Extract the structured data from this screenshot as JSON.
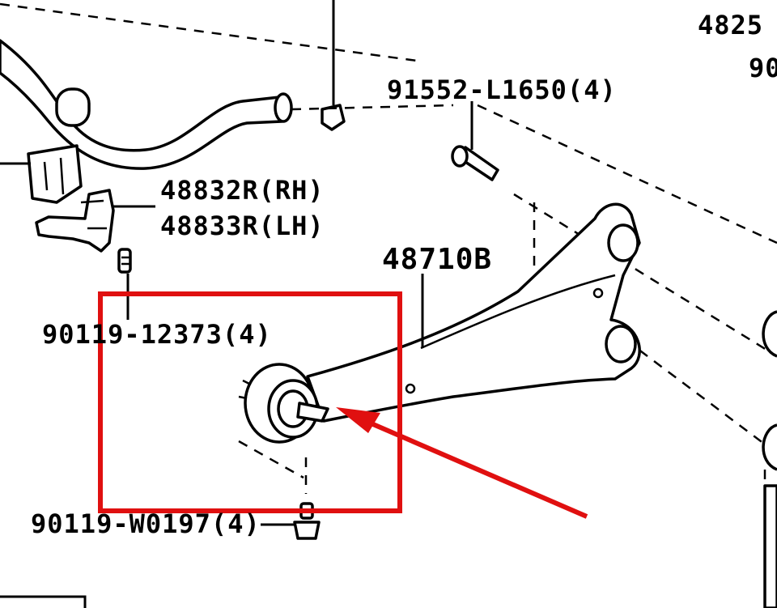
{
  "labels": {
    "top_right_partial": "4825",
    "right_partial": "90",
    "bolt_l1650": "91552-L1650(4)",
    "bracket_rh": "48832R(RH)",
    "bracket_lh": "48833R(LH)",
    "arm": "48710B",
    "bolt_12373": "90119-12373(4)",
    "bolt_w0197": "90119-W0197(4)"
  },
  "colors": {
    "highlight": "#e01010",
    "ink": "#000000"
  }
}
